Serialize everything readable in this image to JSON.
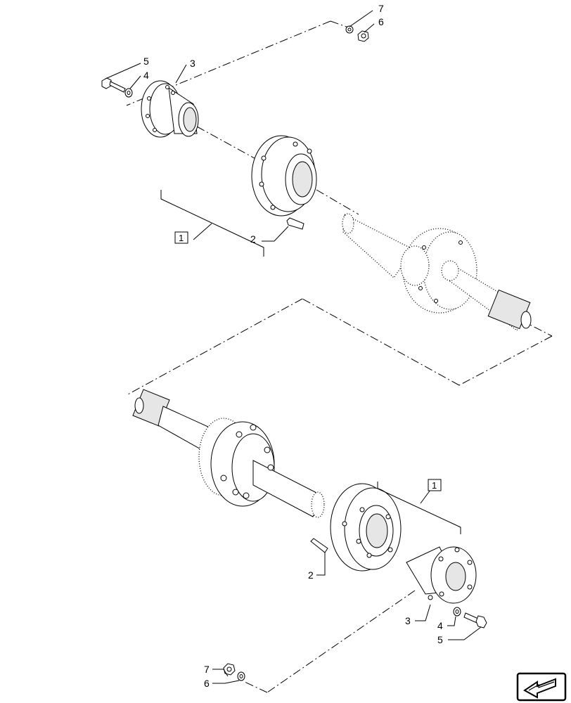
{
  "callouts": {
    "top_7": "7",
    "top_6": "6",
    "top_5": "5",
    "top_4": "4",
    "top_3": "3",
    "top_2": "2",
    "top_box_1": "1",
    "bot_box_1": "1",
    "bot_2": "2",
    "bot_3": "3",
    "bot_4": "4",
    "bot_5": "5",
    "bot_7": "7",
    "bot_6": "6"
  },
  "icons": {
    "nav": "back-arrow-icon"
  }
}
